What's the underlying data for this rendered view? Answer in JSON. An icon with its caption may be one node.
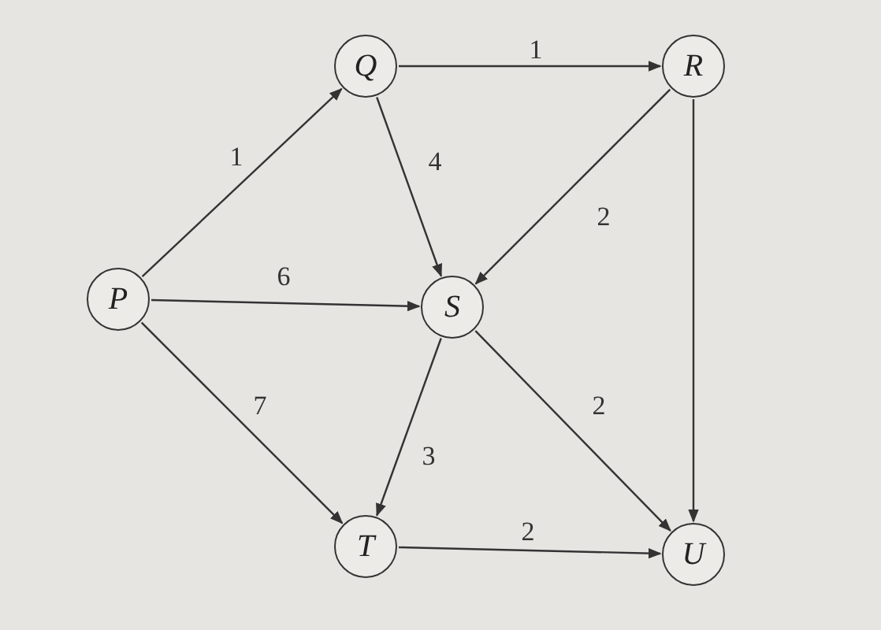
{
  "diagram": {
    "nodes": [
      {
        "text": [
          "P"
        ]
      },
      {
        "text": [
          "Q"
        ]
      },
      {
        "text": [
          "R"
        ]
      },
      {
        "text": [
          "S"
        ]
      },
      {
        "text": [
          "T"
        ]
      },
      {
        "text": [
          "U"
        ]
      }
    ],
    "edges": [
      {
        "from": 0,
        "to": 1,
        "arrow": "to",
        "label": "1"
      },
      {
        "from": 1,
        "to": 2,
        "arrow": "to",
        "label": "1"
      },
      {
        "from": 1,
        "to": 3,
        "arrow": "to",
        "label": "4"
      },
      {
        "from": 2,
        "to": 3,
        "arrow": "to",
        "label": "2"
      },
      {
        "from": 2,
        "to": 5,
        "arrow": "to"
      },
      {
        "from": 0,
        "to": 3,
        "arrow": "to",
        "label": "6"
      },
      {
        "from": 0,
        "to": 4,
        "arrow": "to",
        "label": "7"
      },
      {
        "from": 3,
        "to": 4,
        "arrow": "to",
        "label": "3"
      },
      {
        "from": 3,
        "to": 5,
        "arrow": "to",
        "label": "2"
      },
      {
        "from": 4,
        "to": 5,
        "arrow": "to",
        "label": "2"
      }
    ]
  }
}
